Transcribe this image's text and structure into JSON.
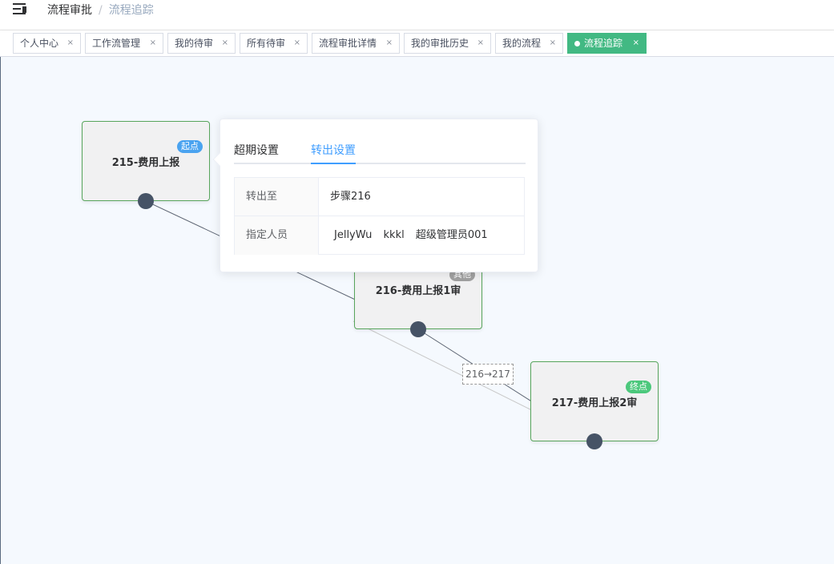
{
  "header": {
    "breadcrumb": [
      "流程审批",
      "流程追踪"
    ],
    "separator": "/"
  },
  "tags": [
    {
      "label": "个人中心",
      "active": false
    },
    {
      "label": "工作流管理",
      "active": false
    },
    {
      "label": "我的待审",
      "active": false
    },
    {
      "label": "所有待审",
      "active": false
    },
    {
      "label": "流程审批详情",
      "active": false
    },
    {
      "label": "我的审批历史",
      "active": false
    },
    {
      "label": "我的流程",
      "active": false
    },
    {
      "label": "流程追踪",
      "active": true
    }
  ],
  "tag_close": "×",
  "nodes": [
    {
      "title": "215-费用上报",
      "badge": "起点"
    },
    {
      "title": "216-费用上报1审",
      "badge": "其他"
    },
    {
      "title": "217-费用上报2审",
      "badge": "终点"
    }
  ],
  "edge_label": "216→217",
  "popover": {
    "tabs": [
      "超期设置",
      "转出设置"
    ],
    "active_tab": "转出设置",
    "rows": [
      {
        "label": "转出至",
        "value": "步骤216"
      },
      {
        "label": "指定人员",
        "people": [
          "JellyWu",
          "kkkl",
          "超级管理员001"
        ]
      }
    ]
  },
  "colors": {
    "active_tag": "#42b983",
    "node_border": "#58a55c",
    "anchor": "#465366",
    "tab_active": "#409eff",
    "badge_start": "#4aa3f0",
    "badge_other": "#a0a0a0",
    "badge_end": "#4cc87c"
  }
}
